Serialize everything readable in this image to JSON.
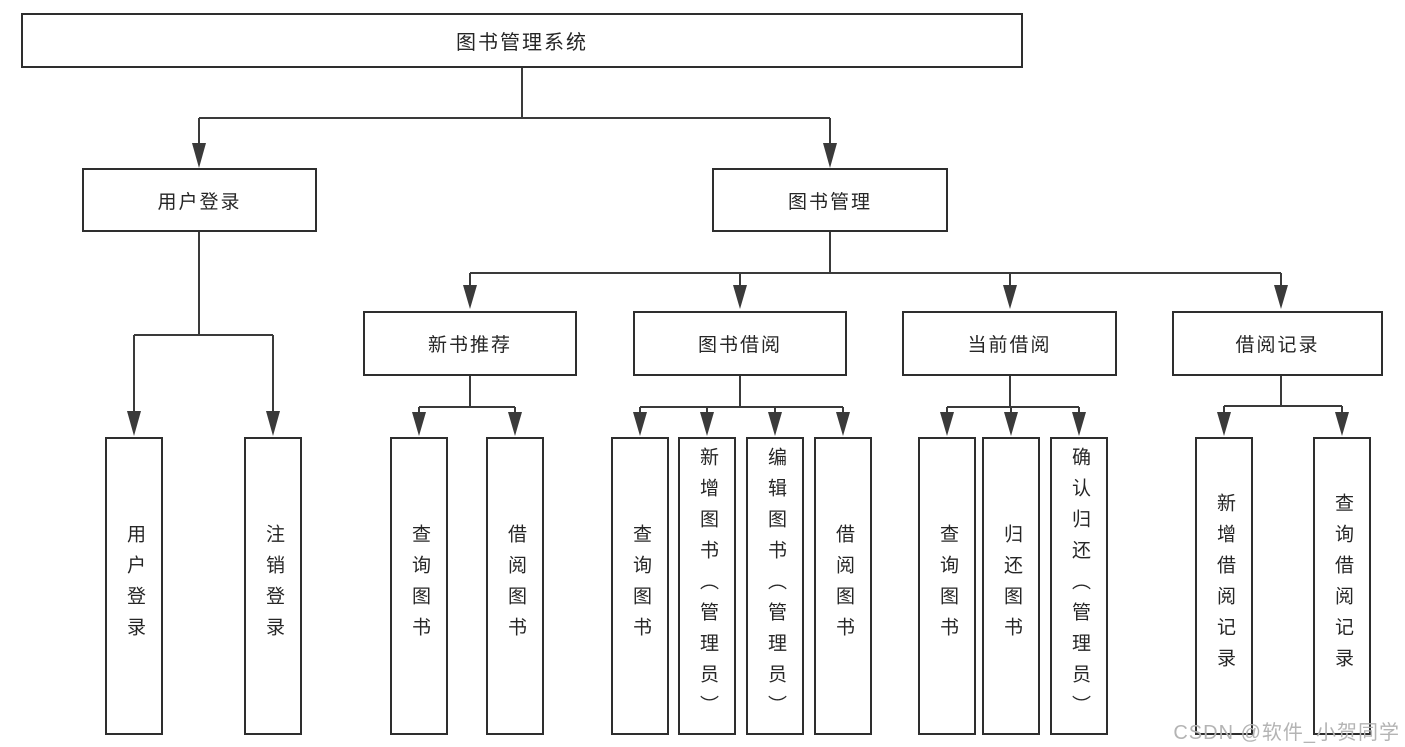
{
  "title": "图书管理系统",
  "level2": [
    "用户登录",
    "图书管理"
  ],
  "level3": [
    "新书推荐",
    "图书借阅",
    "当前借阅",
    "借阅记录"
  ],
  "leaves": {
    "user_login": [
      "用户登录",
      "注销登录"
    ],
    "new_book_rec": [
      "查询图书",
      "借阅图书"
    ],
    "book_borrow": [
      "查询图书",
      "新增图书（管理员）",
      "编辑图书（管理员）",
      "借阅图书"
    ],
    "current_borrow": [
      "查询图书",
      "归还图书",
      "确认归还（管理员）"
    ],
    "borrow_records": [
      "新增借阅记录",
      "查询借阅记录"
    ]
  },
  "watermark": "CSDN @软件_小贺同学",
  "colors": {
    "line": "#3a3a3a",
    "border": "#2e2e2e",
    "text": "#262626",
    "watermark": "#b4b4b4",
    "background": "#ffffff"
  }
}
